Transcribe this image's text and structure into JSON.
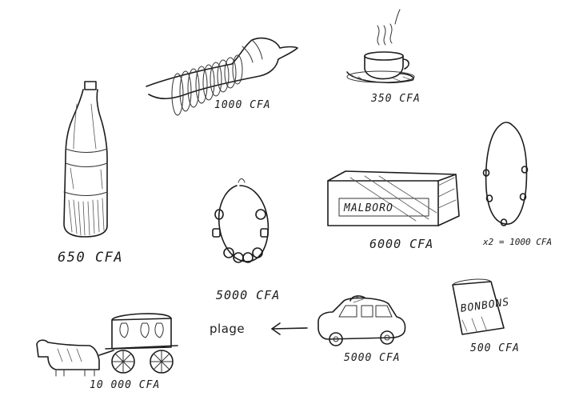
{
  "items": {
    "bracelets": {
      "price": "1000 CFA"
    },
    "coffee": {
      "price": "350 CFA"
    },
    "bottle": {
      "price": "650 CFA"
    },
    "necklace": {
      "price": "5000 CFA"
    },
    "cigarettes": {
      "brand": "MALBORO",
      "price": "6000 CFA"
    },
    "long_necklace": {
      "price": "x2 = 1000 CFA"
    },
    "candy": {
      "brand": "BONBONS",
      "price": "500 CFA"
    },
    "taxi": {
      "price": "5000 CFA"
    },
    "cart": {
      "price": "10 000 CFA"
    }
  },
  "destination": {
    "label": "plage"
  },
  "colors": {
    "ink": "#1c1c1c",
    "paper": "#ffffff"
  }
}
